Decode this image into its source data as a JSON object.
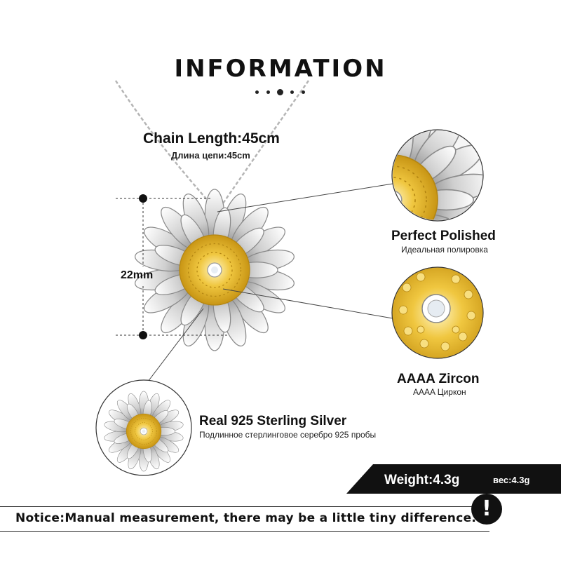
{
  "header": {
    "title": "INFORMATION"
  },
  "chain": {
    "length_label": "Chain Length:45cm",
    "length_label_ru": "Длина цепи:45cm"
  },
  "pendant": {
    "size_label": "22mm"
  },
  "features": {
    "polished": {
      "title": "Perfect  Polished",
      "subtitle": "Идеальная полировка"
    },
    "zircon": {
      "title": "AAAA  Zircon",
      "subtitle": "AAAA Циркон"
    },
    "silver": {
      "title": "Real 925  Sterling  Silver",
      "subtitle": "Подлинное стерлинговое серебро 925 пробы"
    }
  },
  "weight": {
    "label": "Weight:4.3g",
    "label_ru": "вес:4.3g"
  },
  "notice": {
    "text": "Notice:Manual measurement, there may be a little tiny difference.",
    "icon": "!"
  },
  "colors": {
    "gold": "#e6b72c",
    "silver": "#d9d9d9",
    "dark": "#111111"
  }
}
